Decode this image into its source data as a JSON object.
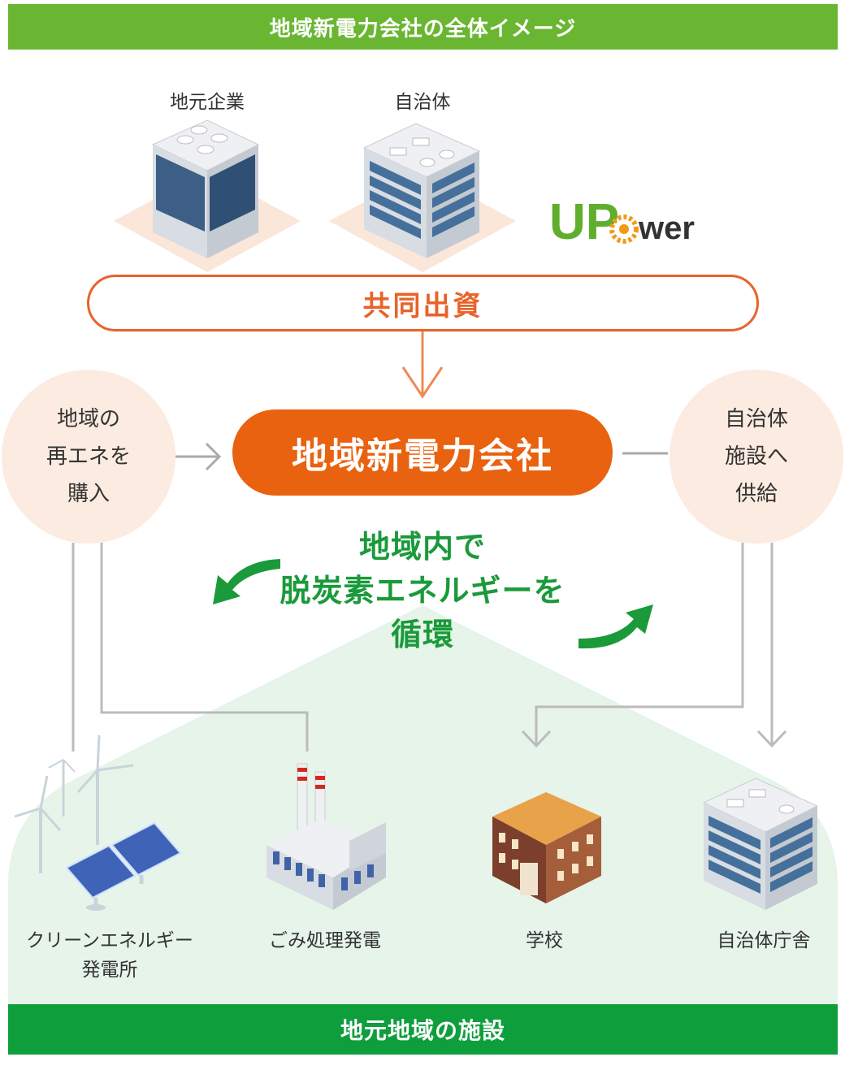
{
  "header": {
    "title": "地域新電力会社の全体イメージ"
  },
  "investors": [
    {
      "label": "地元企業"
    },
    {
      "label": "自治体"
    }
  ],
  "logo": {
    "text_up": "UP",
    "text_rest": "wer"
  },
  "investment": {
    "label": "共同出資"
  },
  "company": {
    "label": "地域新電力会社"
  },
  "left_circle": {
    "lines": [
      "地域の",
      "再エネを",
      "購入"
    ]
  },
  "right_circle": {
    "lines": [
      "自治体",
      "施設へ",
      "供給"
    ]
  },
  "cycle": {
    "lines": [
      "地域内で",
      "脱炭素エネルギーを",
      "循環"
    ]
  },
  "facilities": [
    {
      "label_lines": [
        "クリーンエネルギー",
        "発電所"
      ]
    },
    {
      "label_lines": [
        "ごみ処理発電"
      ]
    },
    {
      "label_lines": [
        "学校"
      ]
    },
    {
      "label_lines": [
        "自治体庁舎"
      ]
    }
  ],
  "footer": {
    "title": "地元地域の施設"
  },
  "colors": {
    "top_banner": "#6ab632",
    "bottom_banner": "#0e9e3c",
    "accent_orange": "#e9620f",
    "cycle_green": "#1a9a3a",
    "circle_fill": "#fcebe0",
    "region_fill": "#e6f4ea"
  },
  "icons": [
    "office-building-icon",
    "city-hall-building-icon",
    "wind-turbine-icon",
    "solar-panel-icon",
    "incinerator-plant-icon",
    "school-building-icon",
    "government-office-icon",
    "sunflower-logo-icon",
    "cycle-arrow-icon"
  ]
}
